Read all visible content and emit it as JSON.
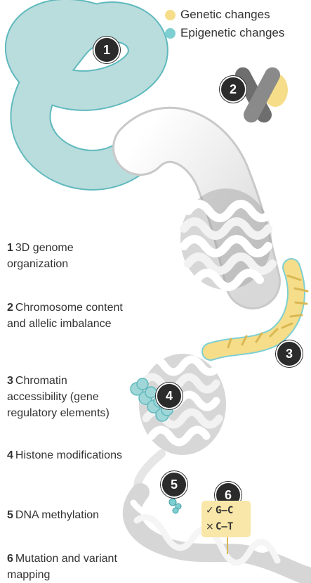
{
  "legend": [
    {
      "label": "Genetic changes",
      "color": "#f6dd8a"
    },
    {
      "label": "Epigenetic changes",
      "color": "#7ecfd2"
    }
  ],
  "markers": [
    "1",
    "2",
    "3",
    "4",
    "5",
    "6"
  ],
  "items": [
    {
      "num": "1",
      "text": "3D genome organization"
    },
    {
      "num": "2",
      "text": "Chromosome content and allelic imbalance"
    },
    {
      "num": "3",
      "text": "Chromatin accessibility (gene regulatory elements)"
    },
    {
      "num": "4",
      "text": "Histone modifications"
    },
    {
      "num": "5",
      "text": "DNA methylation"
    },
    {
      "num": "6",
      "text": "Mutation and variant mapping"
    }
  ],
  "callout": {
    "rows": [
      {
        "glyph": "✓",
        "text": "G–C"
      },
      {
        "glyph": "×",
        "text": "C–T"
      }
    ]
  },
  "colors": {
    "epigenetic_fill": "#b9dcdc",
    "genetic_fill": "#f6dd8a",
    "marker": "#2b2b2b",
    "chromosome": "#6e6e6e"
  }
}
